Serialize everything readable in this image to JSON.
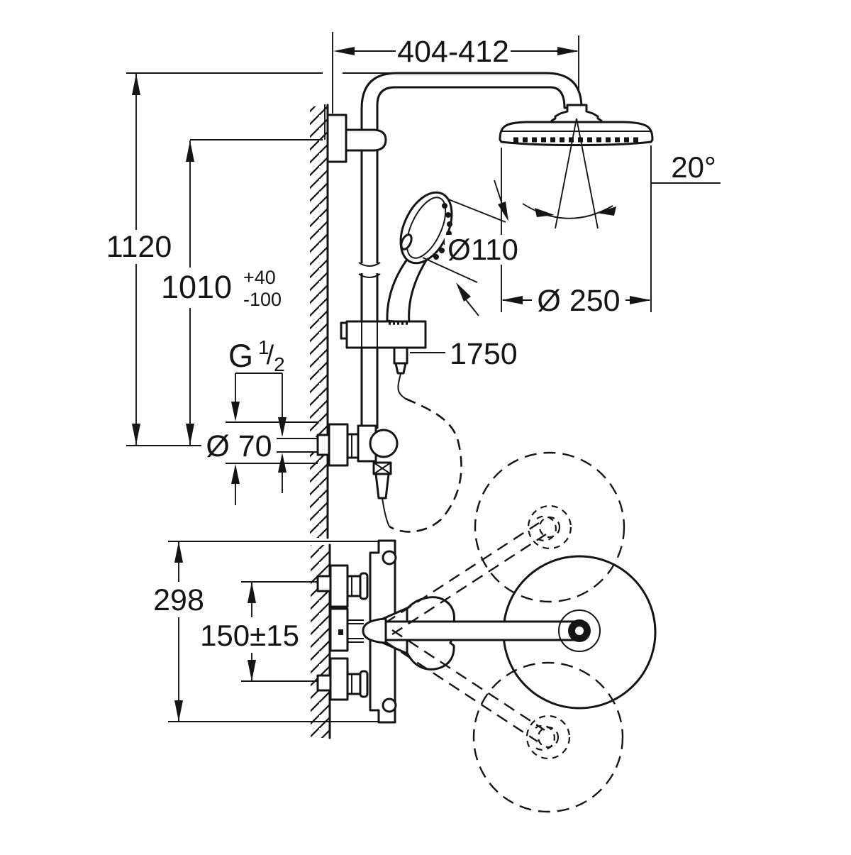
{
  "drawing": {
    "kind": "shower-system installation dimension drawing",
    "colors": {
      "line": "#151515",
      "background": "#ffffff"
    },
    "dimensions": {
      "arm_reach": "404-412",
      "total_height": "1120",
      "rail_height": "1010",
      "rail_tol_plus": "+40",
      "rail_tol_minus": "-100",
      "spray_angle": "20°",
      "hand_shower_diameter": "Ø110",
      "head_shower_diameter": "Ø 250",
      "hose_length": "1750",
      "escutcheon_diameter": "Ø 70",
      "thread": {
        "letter": "G",
        "numerator": "1",
        "slash": "/",
        "denominator": "2"
      },
      "valve_trim_height": "298",
      "inlet_spacing": "150±15"
    }
  }
}
